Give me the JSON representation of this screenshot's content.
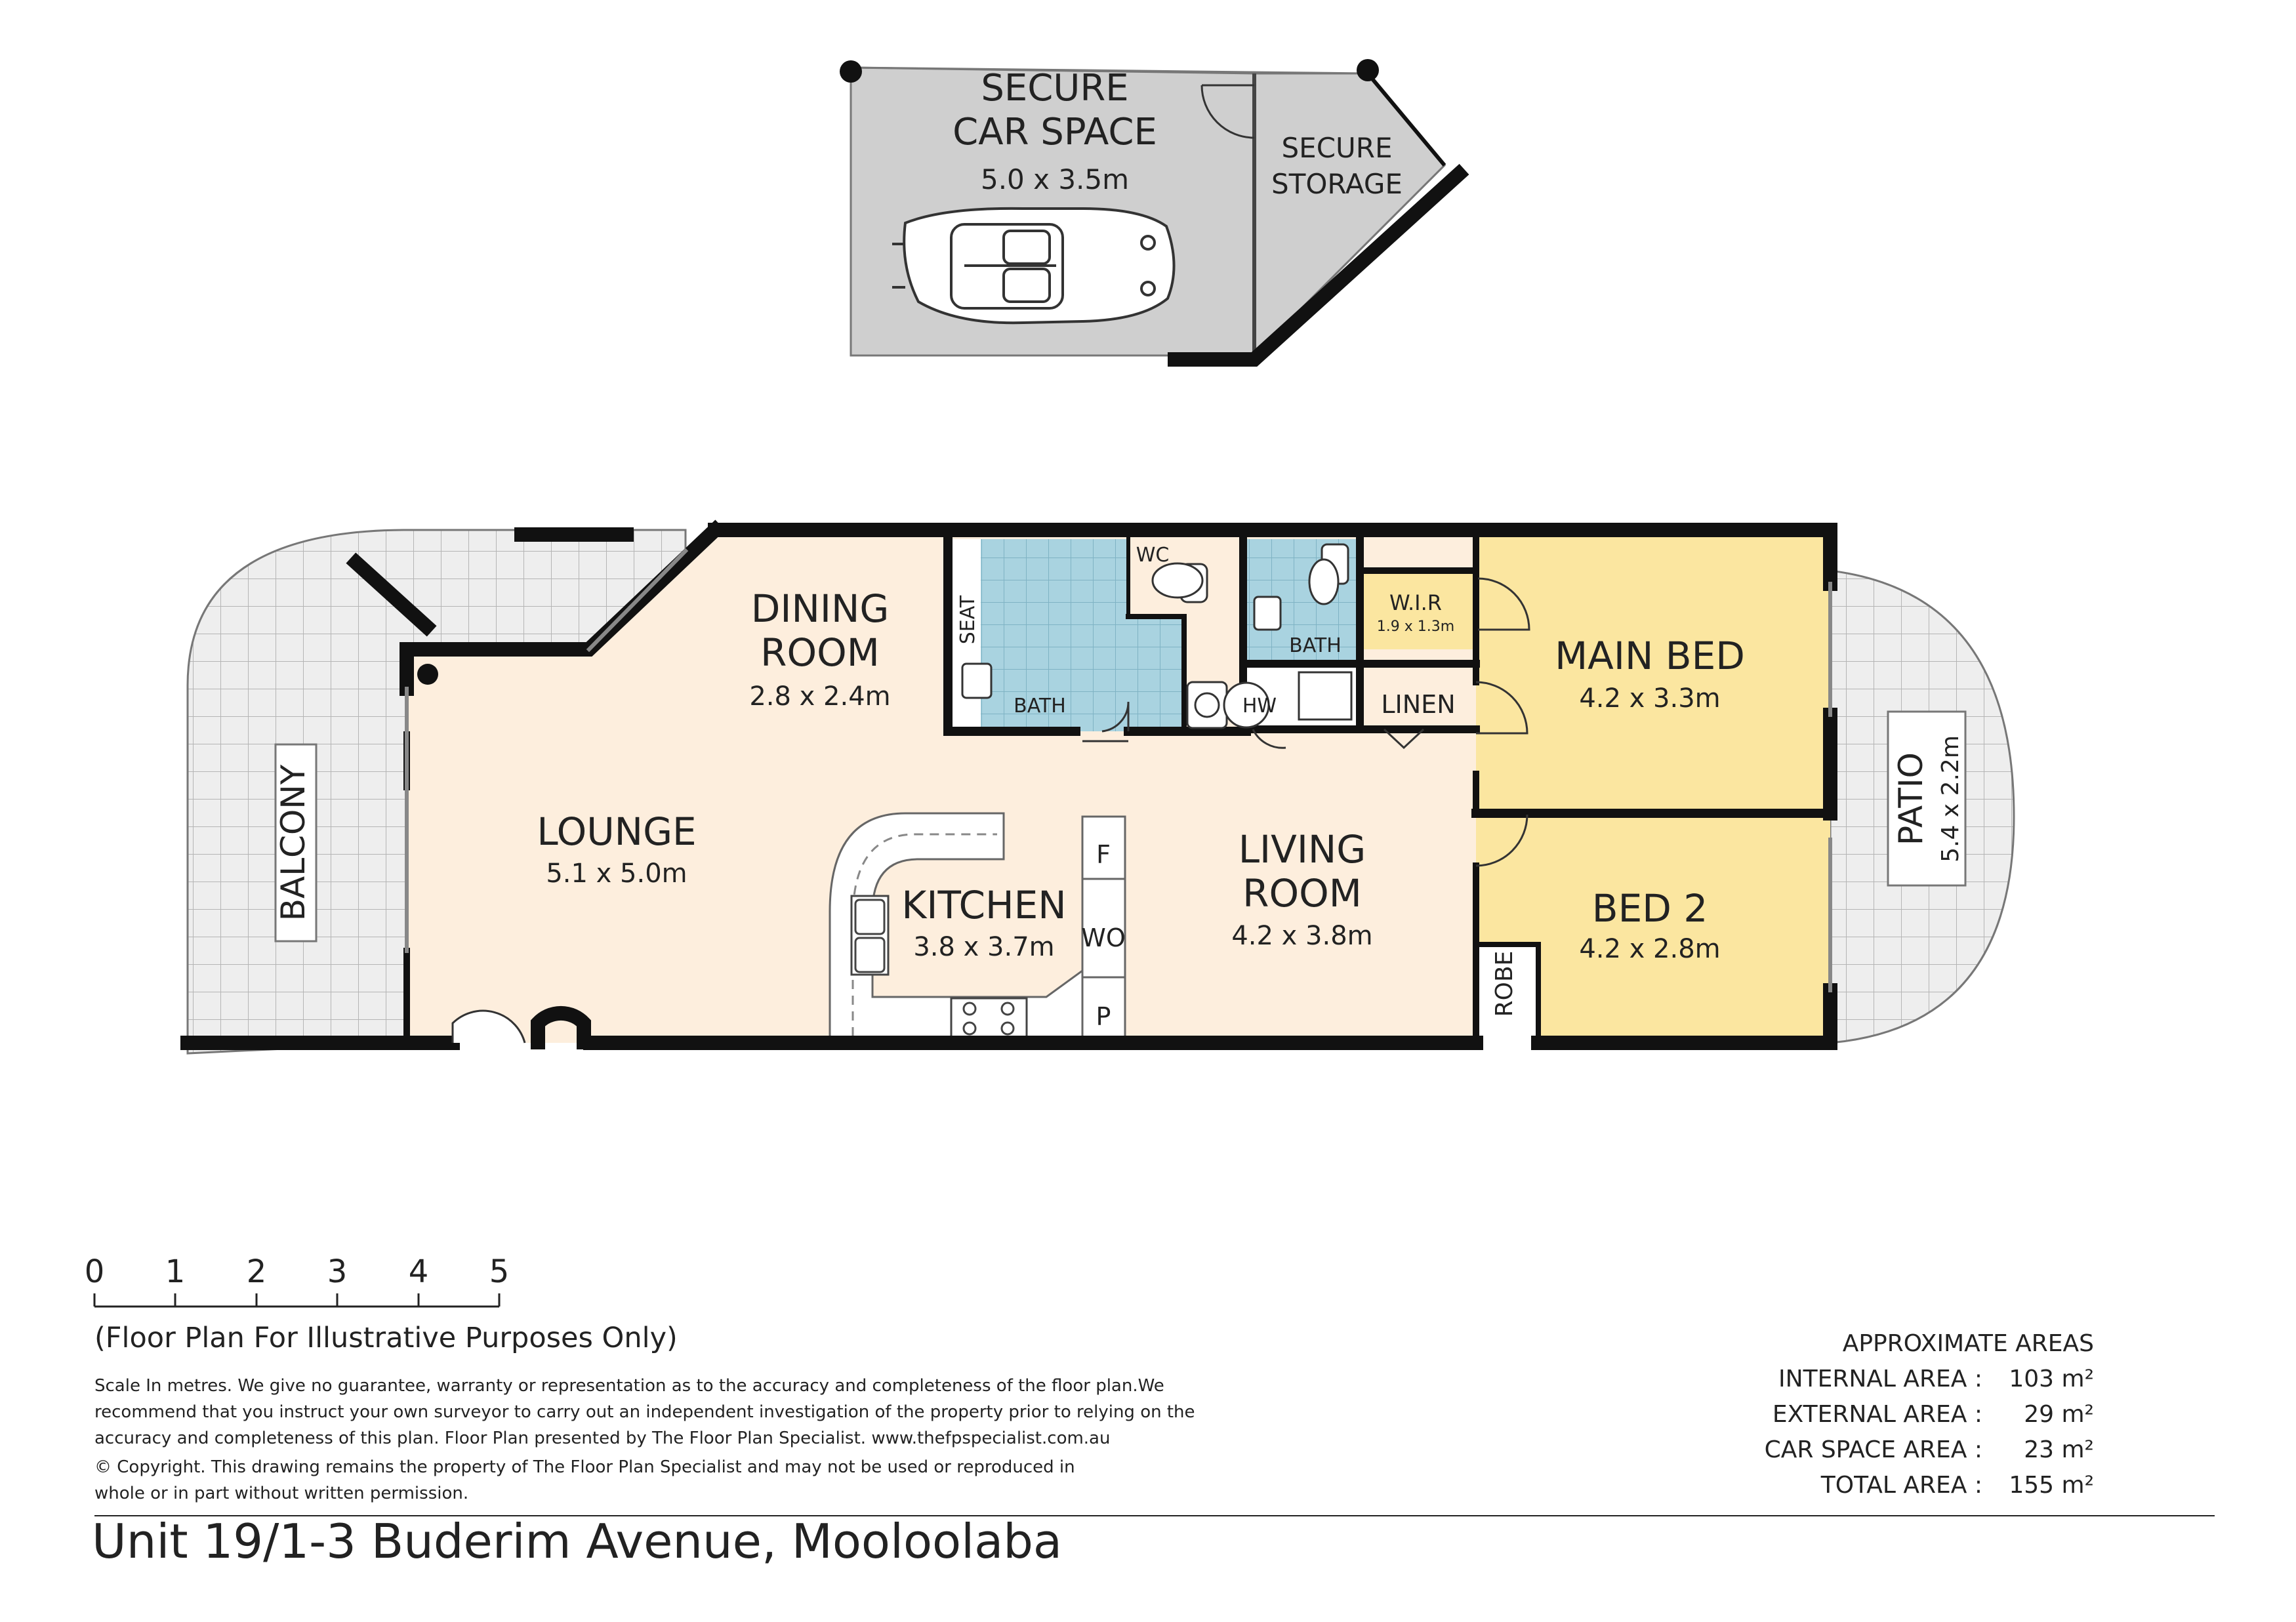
{
  "rooms": {
    "car_space": {
      "name_line1": "SECURE",
      "name_line2": "CAR SPACE",
      "dims": "5.0 x 3.5m"
    },
    "storage": {
      "name_line1": "SECURE",
      "name_line2": "STORAGE"
    },
    "dining": {
      "name_line1": "DINING",
      "name_line2": "ROOM",
      "dims": "2.8 x 2.4m"
    },
    "lounge": {
      "name": "LOUNGE",
      "dims": "5.1 x 5.0m"
    },
    "kitchen": {
      "name": "KITCHEN",
      "dims": "3.8 x 3.7m"
    },
    "living": {
      "name_line1": "LIVING",
      "name_line2": "ROOM",
      "dims": "4.2 x 3.8m"
    },
    "main_bed": {
      "name": "MAIN BED",
      "dims": "4.2 x 3.3m"
    },
    "bed2": {
      "name": "BED 2",
      "dims": "4.2 x 2.8m"
    },
    "wir": {
      "name": "W.I.R",
      "dims": "1.9 x 1.3m"
    },
    "balcony": {
      "name": "BALCONY"
    },
    "patio": {
      "name": "PATIO",
      "dims": "5.4 x 2.2m"
    },
    "bath1": {
      "name": "BATH"
    },
    "bath2": {
      "name": "BATH"
    },
    "seat": {
      "name": "SEAT"
    },
    "wc": {
      "name": "WC"
    },
    "hw": {
      "name": "HW"
    },
    "linen": {
      "name": "LINEN"
    },
    "robe": {
      "name": "ROBE"
    },
    "fridge": {
      "name": "F"
    },
    "wall_oven": {
      "name": "WO"
    },
    "pantry": {
      "name": "P"
    }
  },
  "scale": {
    "ticks": [
      "0",
      "1",
      "2",
      "3",
      "4",
      "5"
    ]
  },
  "purpose_note": "(Floor Plan For Illustrative Purposes Only)",
  "disclaimer": {
    "line1": "Scale In metres. We give no guarantee, warranty or representation as to the accuracy and completeness of the floor plan.We",
    "line2": "recommend that you instruct your own surveyor to carry out an independent investigation of the property prior to relying on the",
    "line3": "accuracy and completeness of this plan. Floor Plan presented by The Floor Plan Specialist. www.thefpspecialist.com.au",
    "copyright_line1": "© Copyright. This drawing remains the property of The Floor Plan Specialist and may not be used or reproduced in",
    "copyright_line2": "whole or in part without written permission."
  },
  "areas": {
    "title": "APPROXIMATE AREAS",
    "rows": [
      {
        "label": "INTERNAL AREA :",
        "value": "103 m²"
      },
      {
        "label": "EXTERNAL AREA :",
        "value": "29 m²"
      },
      {
        "label": "CAR SPACE AREA :",
        "value": "23 m²"
      },
      {
        "label": "TOTAL AREA :",
        "value": "155 m²"
      }
    ]
  },
  "address": "Unit 19/1-3 Buderim Avenue, Mooloolaba",
  "colors": {
    "wall": "#111111",
    "living_fill": "#fdeedd",
    "bed_fill": "#fbe6a0",
    "wet_fill": "#a9d3e0",
    "car_fill": "#cfcfcf",
    "tile_fill": "#eeeeee",
    "tile_grid": "#b5b5b5"
  }
}
